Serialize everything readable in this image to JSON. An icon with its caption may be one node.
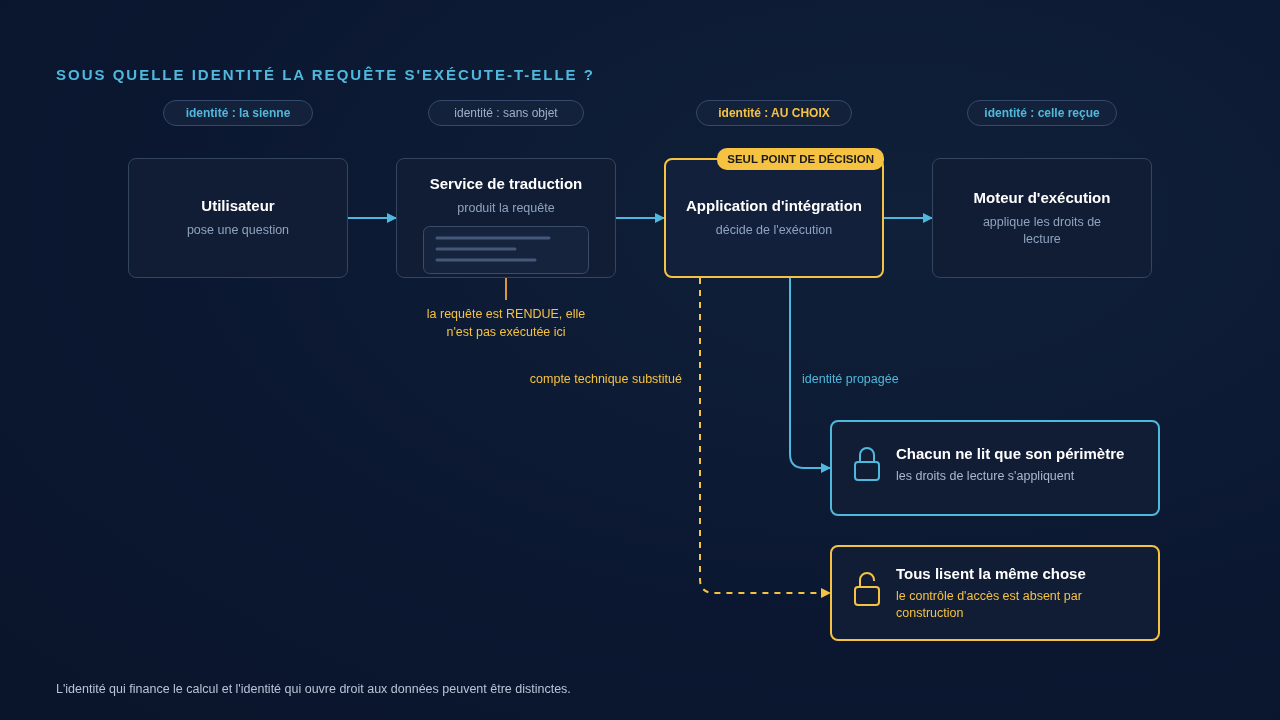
{
  "diagram": {
    "title": "SOUS QUELLE IDENTITÉ LA REQUÊTE S'EXÉCUTE-T-ELLE ?",
    "caption": "L'identité qui finance le calcul et l'identité qui ouvre droit aux données peuvent être distinctes.",
    "nodes": [
      {
        "text": [
          "identité : la sienne"
        ]
      },
      {
        "text": [
          "identité : sans objet"
        ]
      },
      {
        "text": [
          "identité : AU CHOIX"
        ]
      },
      {
        "text": [
          "identité : celle reçue"
        ]
      },
      {
        "text": [
          "Utilisateur",
          "pose une question"
        ]
      },
      {
        "text": [
          "Service de traduction",
          "produit la requête"
        ]
      },
      {
        "text": [
          "SEUL POINT DE DÉCISION",
          "Application d'intégration",
          "décide de l'exécution"
        ]
      },
      {
        "text": [
          "Moteur d'exécution",
          "applique les droits de lecture"
        ]
      },
      {
        "text": [
          "la requête est RENDUE, elle n'est pas exécutée ici"
        ]
      },
      {
        "text": [
          "Chacun ne lit que son périmètre",
          "les droits de lecture s'appliquent"
        ]
      },
      {
        "text": [
          "Tous lisent la même chose",
          "le contrôle d'accès est absent par construction"
        ]
      }
    ],
    "edges": [
      {
        "from": 4,
        "to": 5,
        "arrow": "to"
      },
      {
        "from": 5,
        "to": 6,
        "arrow": "to"
      },
      {
        "from": 6,
        "to": 7,
        "arrow": "to"
      },
      {
        "from": 5,
        "to": 8,
        "arrow": "none",
        "color": "#d9963a"
      },
      {
        "from": 6,
        "to": 9,
        "arrow": "to",
        "label": "identité propagée"
      },
      {
        "from": 6,
        "to": 10,
        "arrow": "to",
        "label": "compte technique substitué",
        "style": "dashed",
        "color": "#f5c242"
      }
    ]
  }
}
